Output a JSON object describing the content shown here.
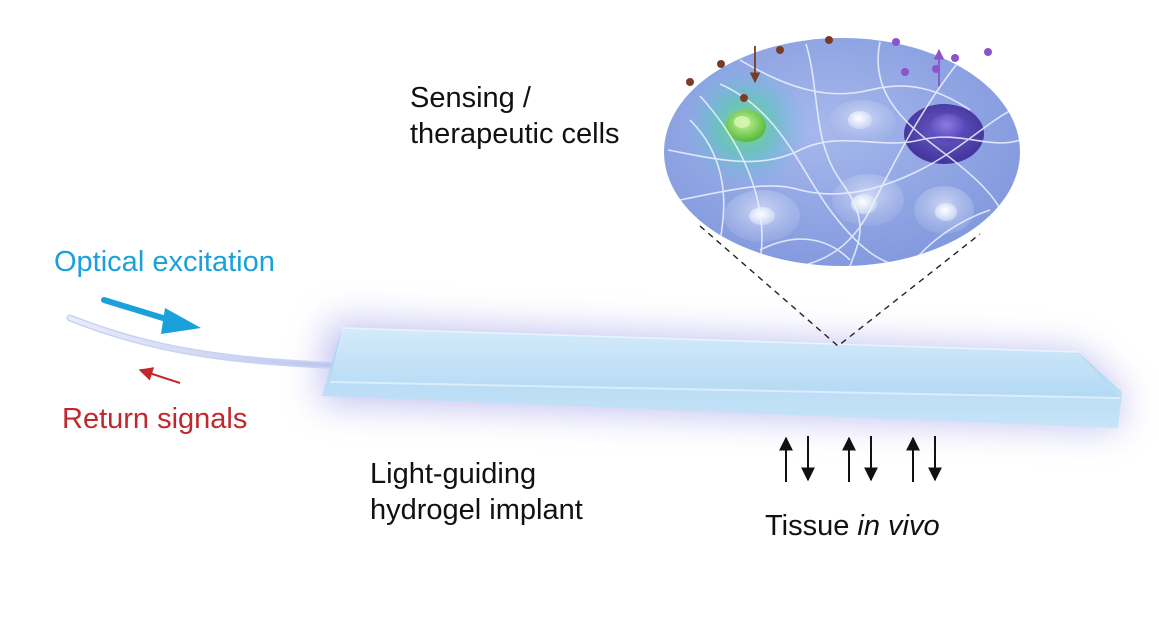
{
  "colors": {
    "optical_excitation": "#1aa1dc",
    "return_signals": "#c1272d",
    "text": "#111111",
    "implant": "#b7dcf5",
    "implant_glow": "#8e8ce6",
    "cell_green": "#5cc24d",
    "cell_purple": "#5a4db0",
    "dot_brown": "#7a3b24",
    "dot_purple": "#8a55c8"
  },
  "labels": {
    "optical_excitation": "Optical excitation",
    "return_signals": "Return signals",
    "sensing_cells": [
      "Sensing /",
      "therapeutic cells"
    ],
    "implant": [
      "Light-guiding",
      "hydrogel implant"
    ],
    "tissue_prefix": "Tissue ",
    "tissue_italic": "in vivo"
  },
  "icons": {
    "excitation_arrow": "arrow-right-icon",
    "return_arrow": "arrow-left-icon",
    "exchange_arrows": "up-down-arrows-icon"
  }
}
